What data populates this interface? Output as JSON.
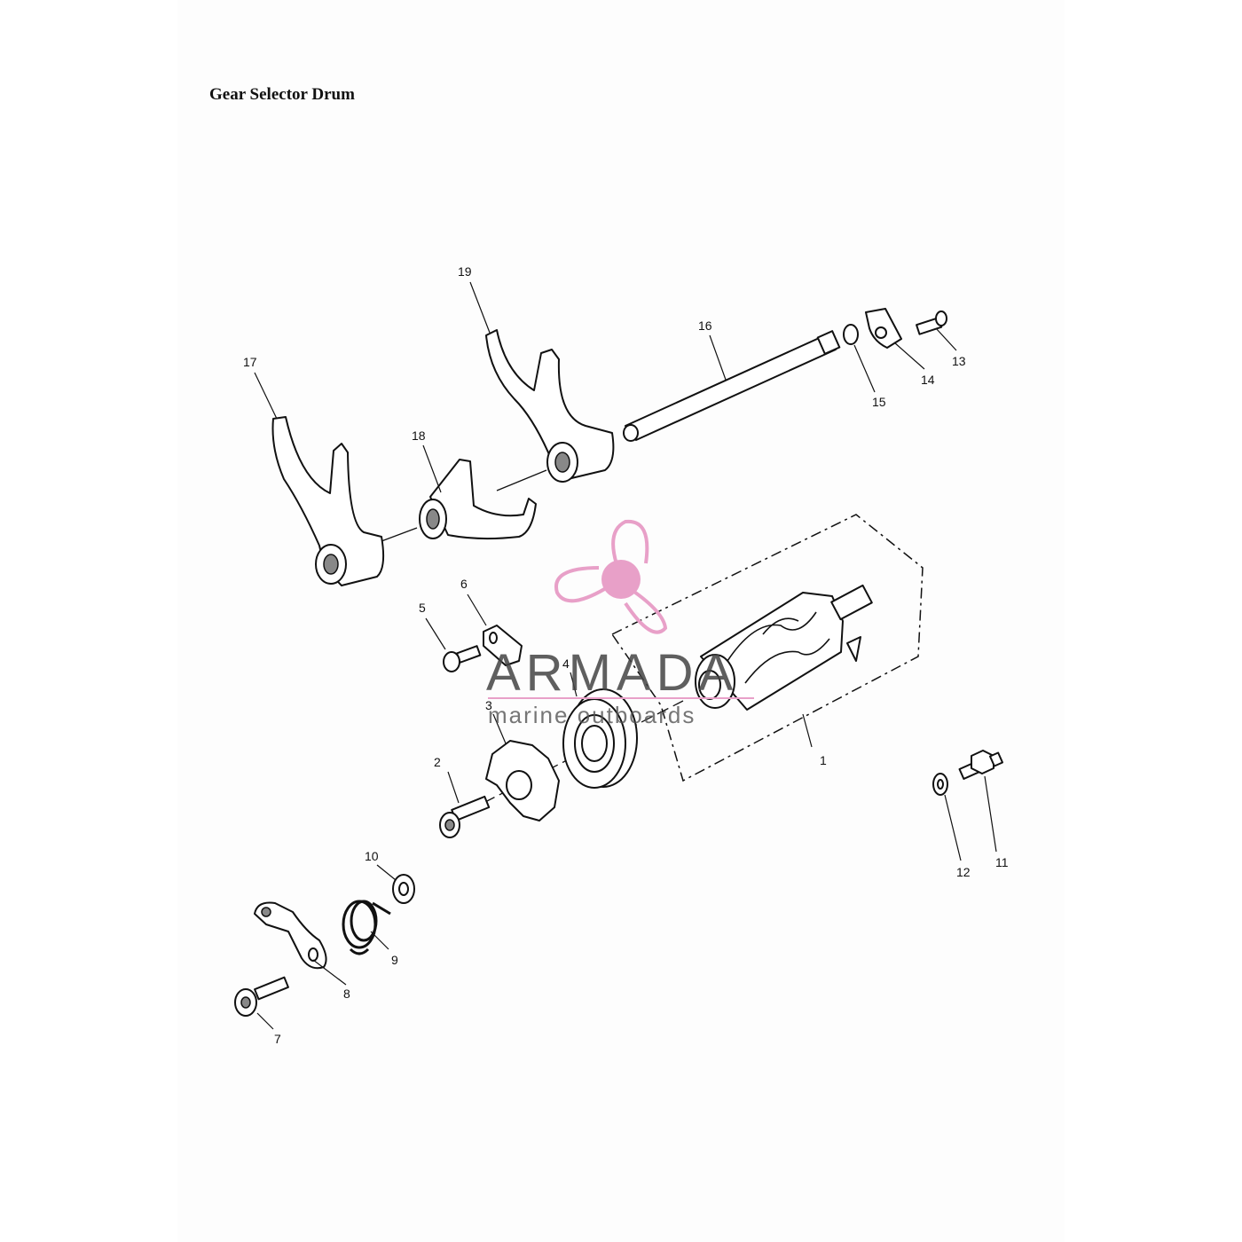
{
  "title": "Gear Selector Drum",
  "colors": {
    "watermark_pink": "#e8a0c8",
    "watermark_text": "#444444",
    "line": "#111111"
  },
  "watermark": {
    "brand": "ARMADA",
    "tagline": "marine outboards",
    "icon": "propeller-icon"
  },
  "callouts": [
    {
      "num": "1",
      "part": "gear-selector-drum"
    },
    {
      "num": "2",
      "part": "bolt"
    },
    {
      "num": "3",
      "part": "star-segment"
    },
    {
      "num": "4",
      "part": "bearing"
    },
    {
      "num": "5",
      "part": "screw"
    },
    {
      "num": "6",
      "part": "retaining-plate"
    },
    {
      "num": "7",
      "part": "bolt"
    },
    {
      "num": "8",
      "part": "detent-arm"
    },
    {
      "num": "9",
      "part": "spring"
    },
    {
      "num": "10",
      "part": "washer"
    },
    {
      "num": "11",
      "part": "neutral-switch"
    },
    {
      "num": "12",
      "part": "washer"
    },
    {
      "num": "13",
      "part": "screw"
    },
    {
      "num": "14",
      "part": "retaining-clip"
    },
    {
      "num": "15",
      "part": "washer"
    },
    {
      "num": "16",
      "part": "selector-fork-shaft"
    },
    {
      "num": "17",
      "part": "selector-fork"
    },
    {
      "num": "18",
      "part": "selector-fork"
    },
    {
      "num": "19",
      "part": "selector-fork"
    }
  ]
}
